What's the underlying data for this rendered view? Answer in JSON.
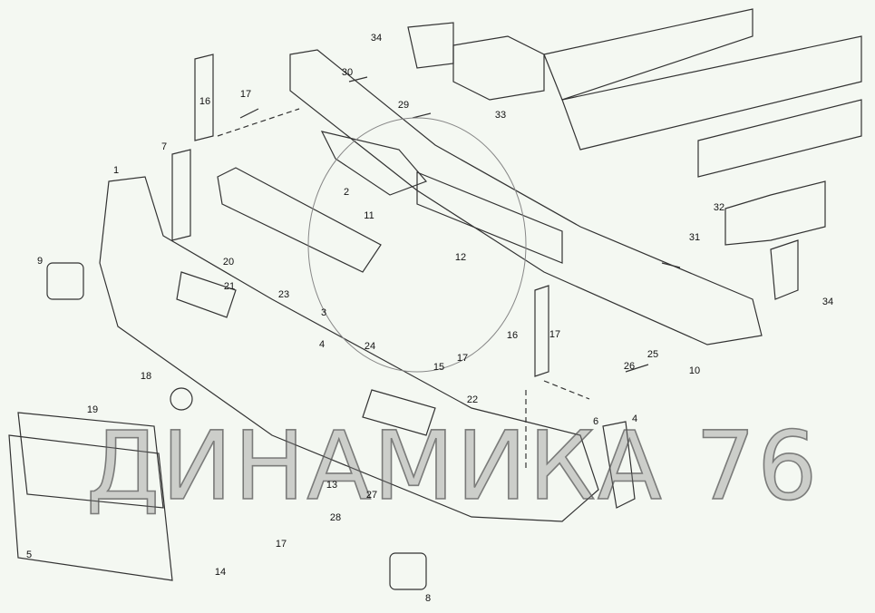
{
  "diagram": {
    "labels": [
      "34",
      "30",
      "33",
      "16",
      "17",
      "29",
      "7",
      "1",
      "2",
      "11",
      "12",
      "32",
      "31",
      "9",
      "20",
      "21",
      "23",
      "3",
      "34",
      "4",
      "24",
      "16",
      "17",
      "25",
      "26",
      "10",
      "18",
      "15",
      "17",
      "22",
      "19",
      "6",
      "4",
      "13",
      "27",
      "28",
      "17",
      "5",
      "14",
      "8"
    ]
  },
  "watermark": "ДИНАМИКА 76",
  "colors": {
    "line": "#333333",
    "background": "#f4f8f2"
  }
}
